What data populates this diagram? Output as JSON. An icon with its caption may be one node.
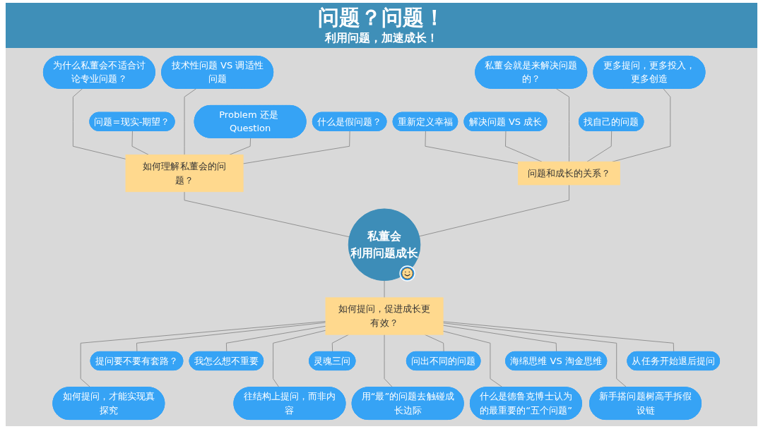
{
  "diagram": {
    "title": "问题？问题！",
    "nodes": [
      {
        "text": [
          "私董会",
          "利用问题成长"
        ]
      },
      {
        "text": [
          "如何理解私董会的问题？"
        ]
      },
      {
        "text": [
          "为什么私董会不适合讨论专业问题？"
        ]
      },
      {
        "text": [
          "问题=现实-期望？"
        ]
      },
      {
        "text": [
          "技术性问题 VS 调适性问题"
        ]
      },
      {
        "text": [
          "Problem 还是 Question"
        ]
      },
      {
        "text": [
          "什么是假问题？"
        ]
      },
      {
        "text": [
          "问题和成长的关系？"
        ]
      },
      {
        "text": [
          "重新定义幸福"
        ]
      },
      {
        "text": [
          "解决问题 VS 成长"
        ]
      },
      {
        "text": [
          "私董会就是来解决问题的？"
        ]
      },
      {
        "text": [
          "找自己的问题"
        ]
      },
      {
        "text": [
          "更多提问，更多投入，更多创造"
        ]
      },
      {
        "text": [
          "如何提问，促进成长更有效？"
        ]
      },
      {
        "text": [
          "如何提问，才能实现真探究"
        ]
      },
      {
        "text": [
          "提问要不要有套路？"
        ]
      },
      {
        "text": [
          "灵魂三问"
        ]
      },
      {
        "text": [
          "往结构上提问，而非内容"
        ]
      },
      {
        "text": [
          "我怎么想不重要"
        ]
      },
      {
        "text": [
          "问出不同的问题"
        ]
      },
      {
        "text": [
          "海绵思维 VS 淘金思维"
        ]
      },
      {
        "text": [
          "用“最”的问题去触碰成长边际"
        ]
      },
      {
        "text": [
          "从任务开始退后提问"
        ]
      },
      {
        "text": [
          "什么是德鲁克博士认为的最重要的“五个问题”"
        ]
      },
      {
        "text": [
          "新手搭问题树高手拆假设链"
        ]
      }
    ],
    "edges": [
      {
        "from": 1,
        "to": 0,
        "arrow": "none"
      },
      {
        "from": 7,
        "to": 0,
        "arrow": "none"
      },
      {
        "from": 0,
        "to": 13,
        "arrow": "none"
      },
      {
        "from": 2,
        "to": 1,
        "arrow": "none"
      },
      {
        "from": 3,
        "to": 1,
        "arrow": "none"
      },
      {
        "from": 4,
        "to": 1,
        "arrow": "none"
      },
      {
        "from": 5,
        "to": 1,
        "arrow": "none"
      },
      {
        "from": 6,
        "to": 1,
        "arrow": "none"
      },
      {
        "from": 8,
        "to": 7,
        "arrow": "none"
      },
      {
        "from": 9,
        "to": 7,
        "arrow": "none"
      },
      {
        "from": 10,
        "to": 7,
        "arrow": "none"
      },
      {
        "from": 11,
        "to": 7,
        "arrow": "none"
      },
      {
        "from": 12,
        "to": 7,
        "arrow": "none"
      },
      {
        "from": 13,
        "to": 14,
        "arrow": "none"
      },
      {
        "from": 13,
        "to": 15,
        "arrow": "none"
      },
      {
        "from": 13,
        "to": 16,
        "arrow": "none"
      },
      {
        "from": 13,
        "to": 17,
        "arrow": "none"
      },
      {
        "from": 13,
        "to": 18,
        "arrow": "none"
      },
      {
        "from": 13,
        "to": 19,
        "arrow": "none"
      },
      {
        "from": 13,
        "to": 20,
        "arrow": "none"
      },
      {
        "from": 13,
        "to": 21,
        "arrow": "none"
      },
      {
        "from": 13,
        "to": 22,
        "arrow": "none"
      },
      {
        "from": 13,
        "to": 23,
        "arrow": "none"
      },
      {
        "from": 13,
        "to": 24,
        "arrow": "none"
      }
    ],
    "labels": [
      "利用问题，加速成长！"
    ]
  }
}
